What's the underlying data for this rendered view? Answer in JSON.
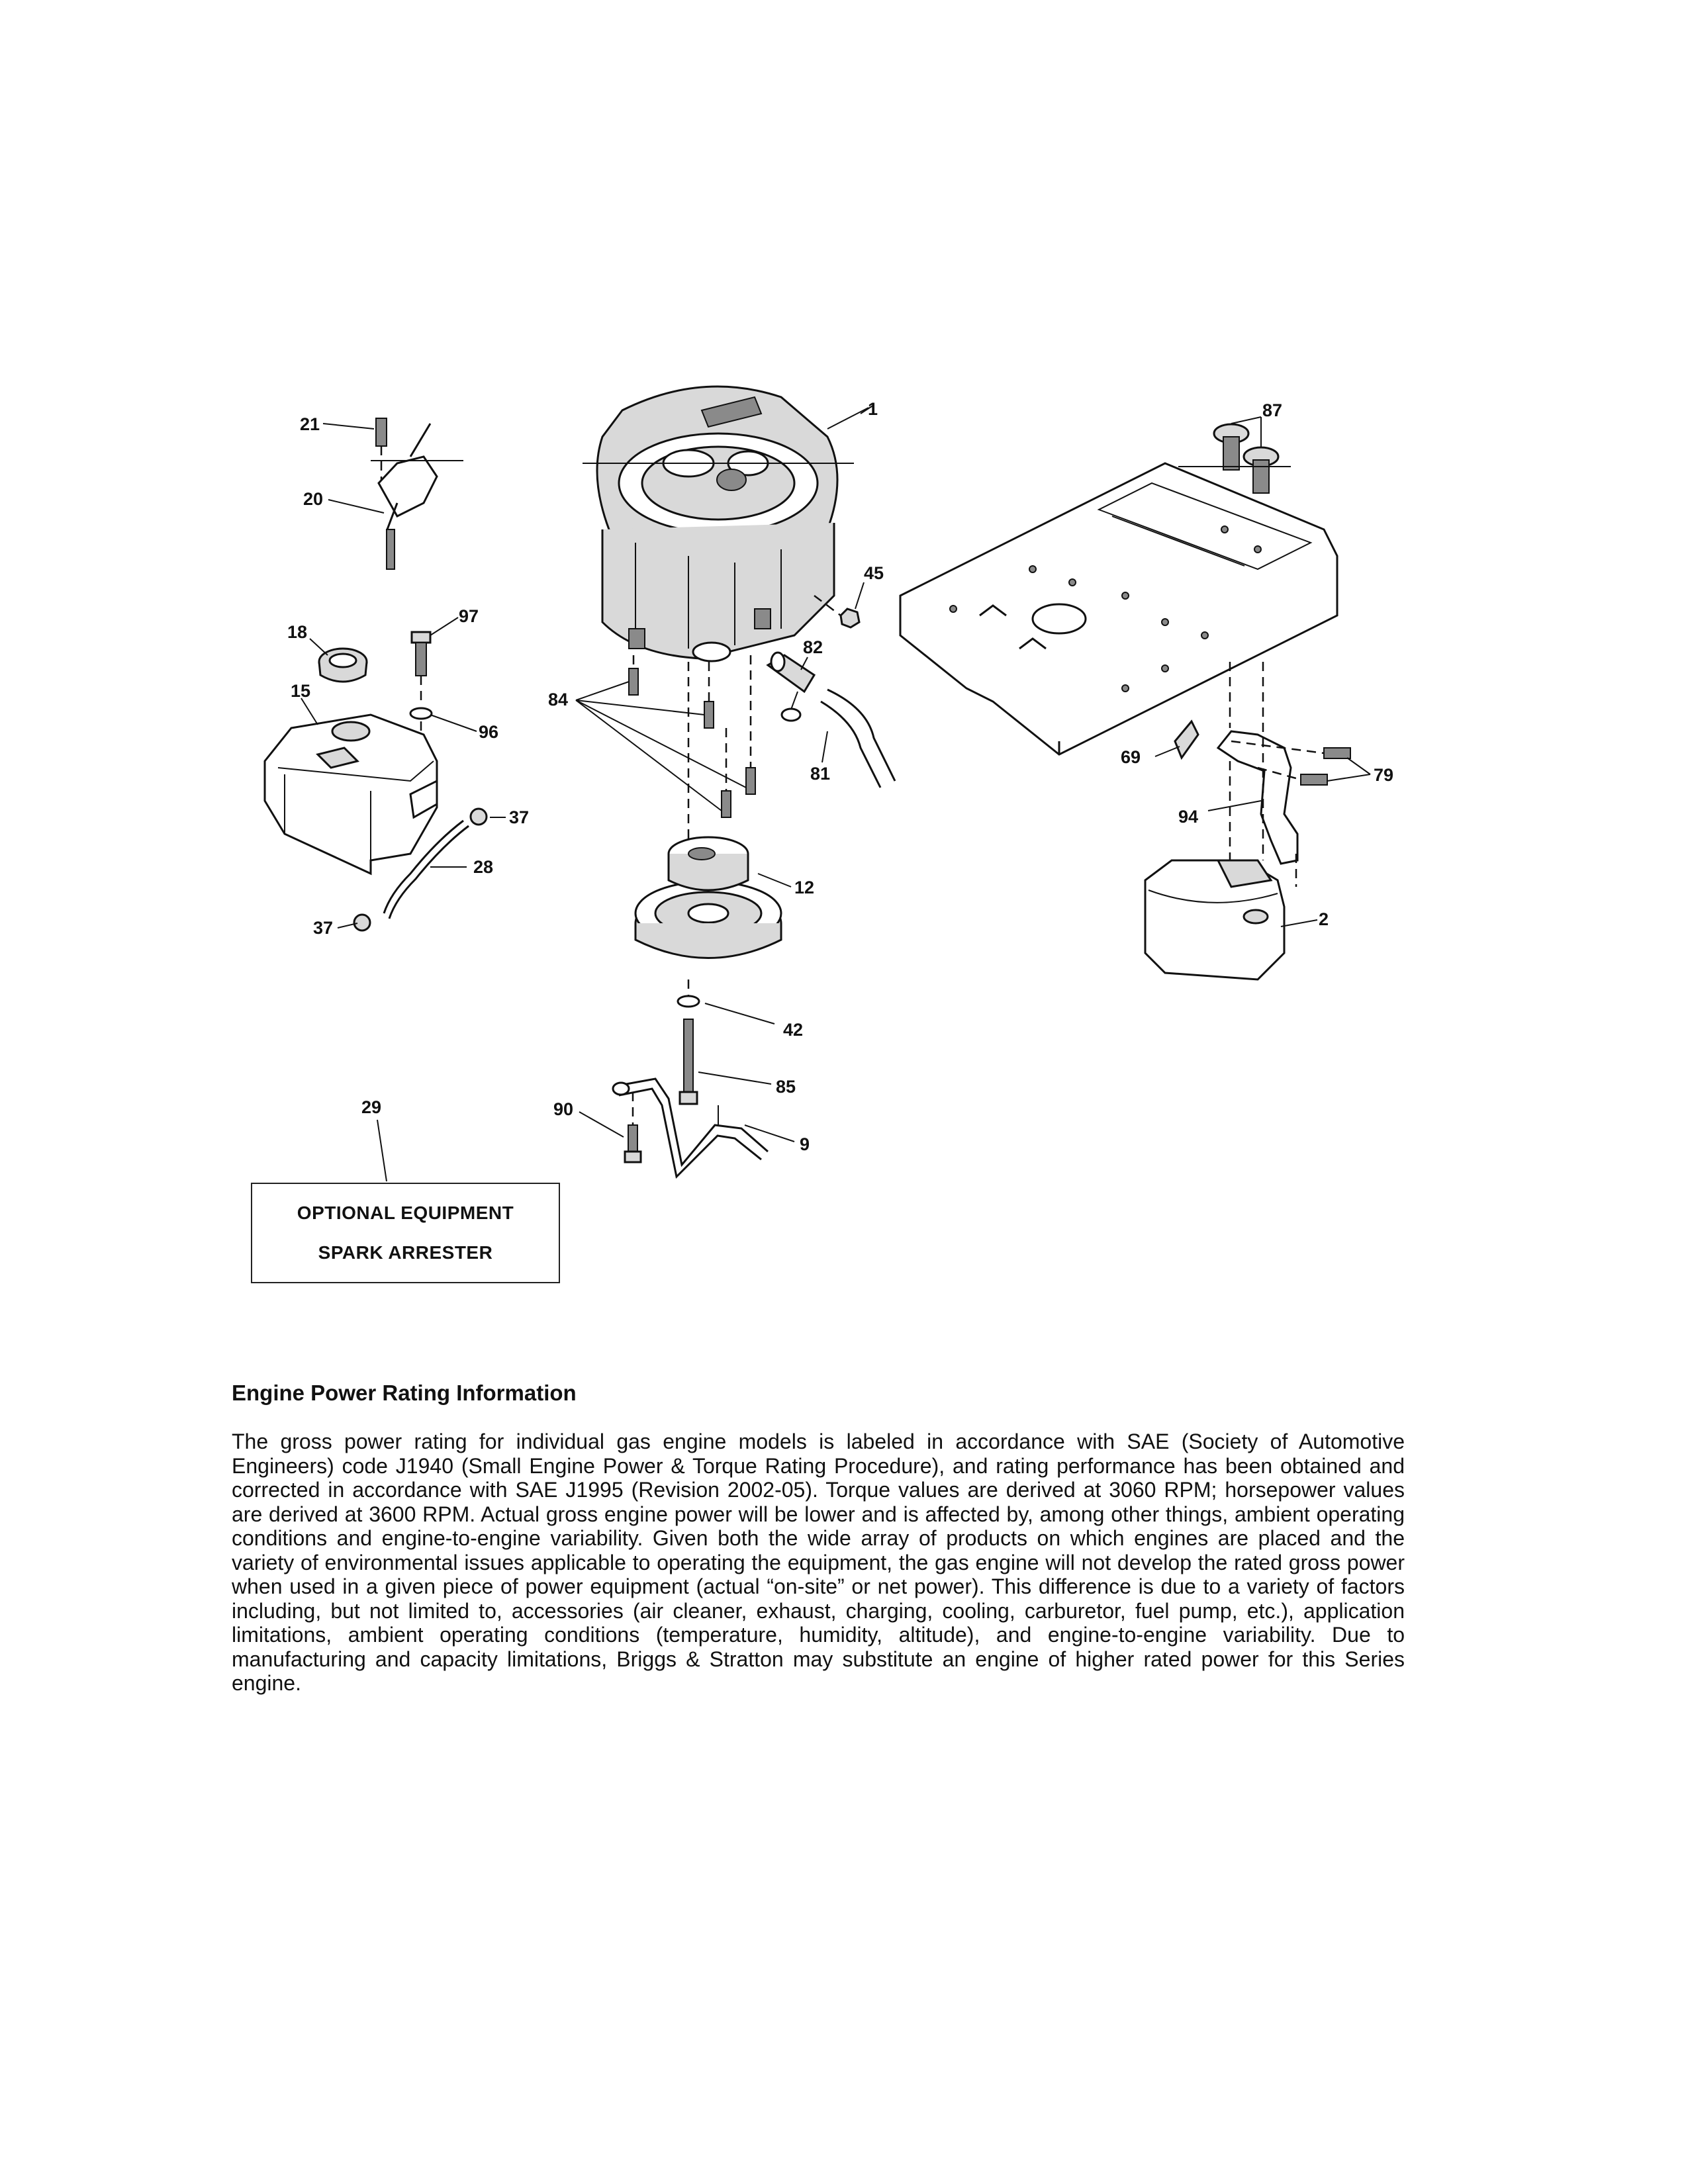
{
  "diagram": {
    "part_numbers": [
      {
        "id": "21",
        "text": "21"
      },
      {
        "id": "20",
        "text": "20"
      },
      {
        "id": "1",
        "text": "1"
      },
      {
        "id": "87",
        "text": "87"
      },
      {
        "id": "45",
        "text": "45"
      },
      {
        "id": "18",
        "text": "18"
      },
      {
        "id": "97",
        "text": "97"
      },
      {
        "id": "15",
        "text": "15"
      },
      {
        "id": "82",
        "text": "82"
      },
      {
        "id": "84",
        "text": "84"
      },
      {
        "id": "96",
        "text": "96"
      },
      {
        "id": "81",
        "text": "81"
      },
      {
        "id": "69",
        "text": "69"
      },
      {
        "id": "79",
        "text": "79"
      },
      {
        "id": "37a",
        "text": "37"
      },
      {
        "id": "94",
        "text": "94"
      },
      {
        "id": "28",
        "text": "28"
      },
      {
        "id": "12",
        "text": "12"
      },
      {
        "id": "2",
        "text": "2"
      },
      {
        "id": "37b",
        "text": "37"
      },
      {
        "id": "42",
        "text": "42"
      },
      {
        "id": "85",
        "text": "85"
      },
      {
        "id": "29",
        "text": "29"
      },
      {
        "id": "90",
        "text": "90"
      },
      {
        "id": "9",
        "text": "9"
      }
    ],
    "optional_box": {
      "line1": "OPTIONAL EQUIPMENT",
      "line2": "SPARK ARRESTER"
    }
  },
  "info": {
    "title": "Engine Power Rating Information",
    "body": "The gross power rating for individual gas engine models is labeled in accordance with SAE (Society of Automotive Engineers) code J1940 (Small Engine Power & Torque Rating Procedure), and rating performance has been obtained and corrected in accordance with SAE J1995 (Revision 2002-05). Torque values are derived at 3060 RPM; horsepower values are derived at 3600 RPM. Actual gross engine power will be lower and is affected by, among other things, ambient operating conditions and engine-to-engine variability. Given both the wide array of products on which engines are placed and the variety of environmental issues applicable to operating the equipment, the gas engine will not develop the rated gross power when used in a given piece of power equipment (actual “on-site” or net power). This difference is due to a variety of factors including, but not limited to, accessories (air cleaner, exhaust, charging, cooling, carburetor, fuel pump, etc.), application limitations, ambient operating conditions (temperature, humidity, altitude), and engine-to-engine variability. Due to manufacturing and capacity limitations, Briggs & Stratton may substitute an engine of higher rated power for this Series engine."
  }
}
